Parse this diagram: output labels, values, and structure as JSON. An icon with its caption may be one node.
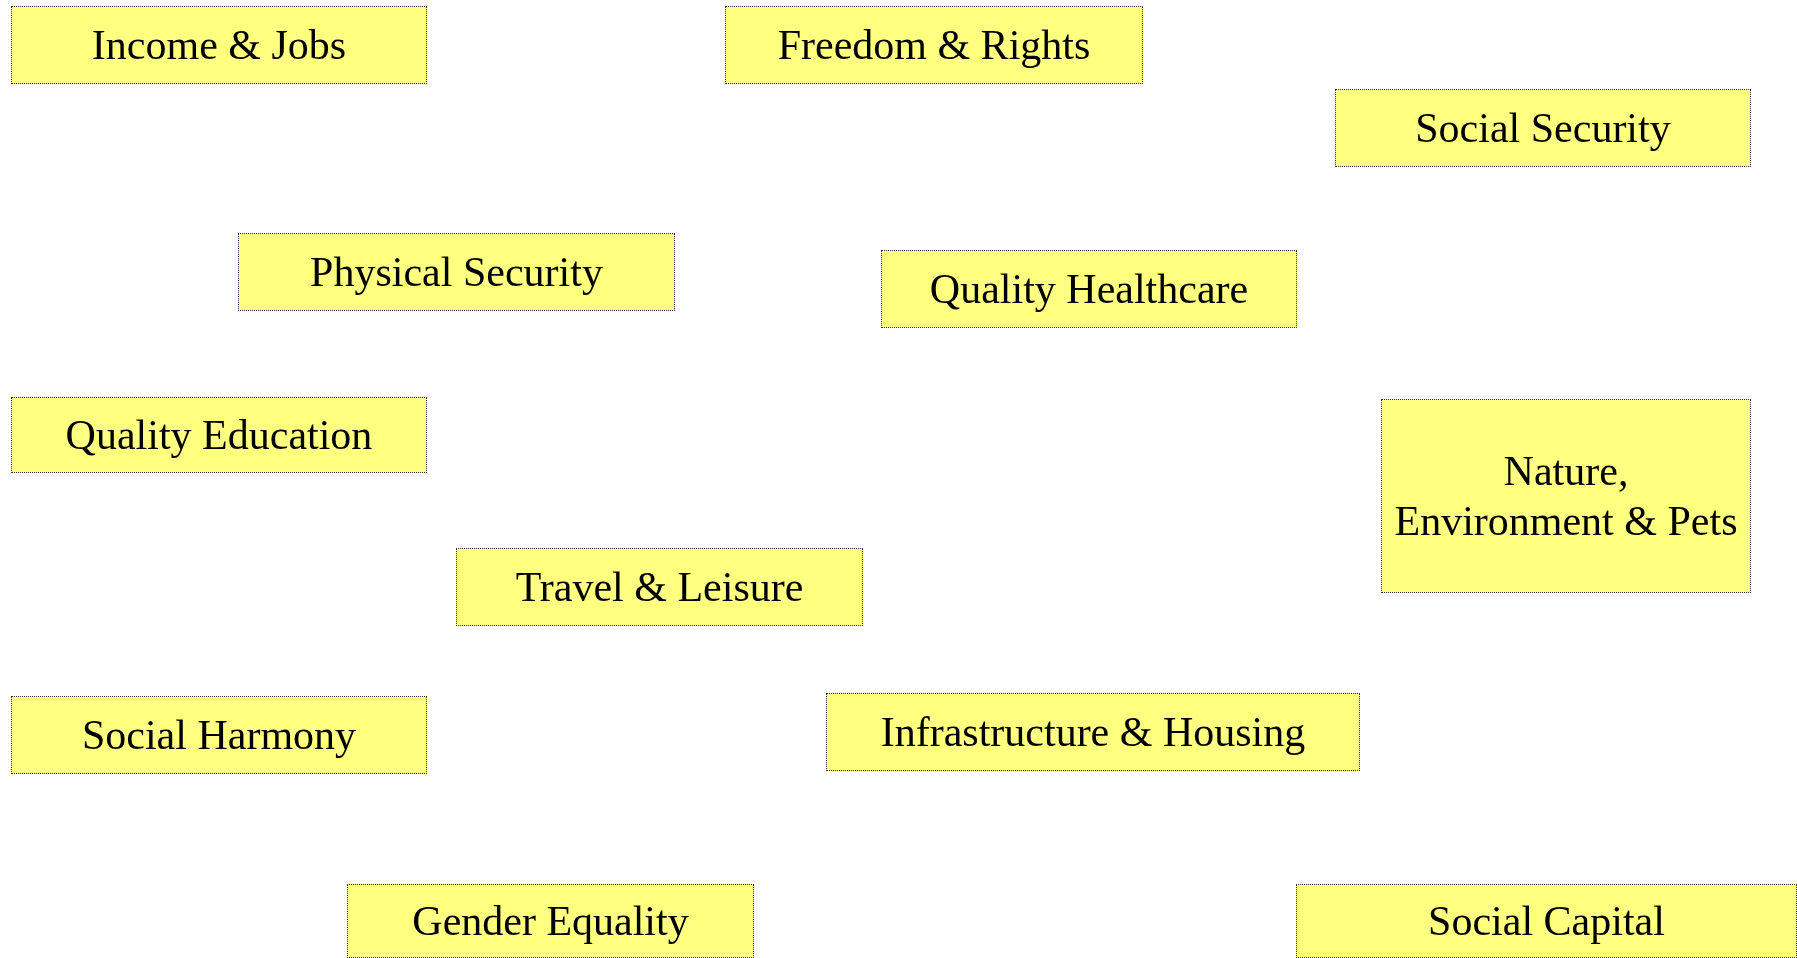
{
  "diagram": {
    "nodes": [
      {
        "text": [
          "Income & Jobs"
        ]
      },
      {
        "text": [
          "Freedom & Rights"
        ]
      },
      {
        "text": [
          "Social Security"
        ]
      },
      {
        "text": [
          "Physical Security"
        ]
      },
      {
        "text": [
          "Quality Healthcare"
        ]
      },
      {
        "text": [
          "Quality Education"
        ]
      },
      {
        "text": [
          "Nature, Environment & Pets"
        ]
      },
      {
        "text": [
          "Travel & Leisure"
        ]
      },
      {
        "text": [
          "Social Harmony"
        ]
      },
      {
        "text": [
          "Infrastructure & Housing"
        ]
      },
      {
        "text": [
          "Gender Equality"
        ]
      },
      {
        "text": [
          "Social Capital"
        ]
      }
    ]
  }
}
